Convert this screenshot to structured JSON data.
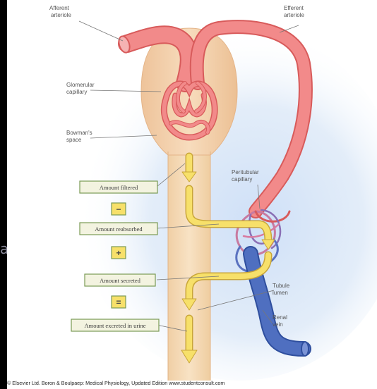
{
  "labels": {
    "afferent": [
      "Afferent",
      "arteriole"
    ],
    "efferent": [
      "Efferent",
      "arteriole"
    ],
    "glomerular": [
      "Glomerular",
      "capillary"
    ],
    "bowman": [
      "Bowman's",
      "space"
    ],
    "peritubular": [
      "Peritubular",
      "capillary"
    ],
    "tubule": [
      "Tubule",
      "lumen"
    ],
    "renal": [
      "Renal",
      "vein"
    ]
  },
  "equation": {
    "filtered": "Amount filtered",
    "reabsorbed": "Amount reabsorbed",
    "secreted": "Amount secreted",
    "excreted": "Amount excreted in urine",
    "minus": "−",
    "plus": "+",
    "equals": "="
  },
  "side_mark": "a",
  "credit": "© Elsevier Ltd. Boron & Boulpaep: Medical Physiology, Updated Edition   www.studentconsult.com",
  "colors": {
    "artery": "#f28a8a",
    "artery_dark": "#d85b5b",
    "vein": "#4f6fc0",
    "tubule": "#f5d9b5",
    "arrow": "#f7e06a",
    "box_bg": "#f3f3e0",
    "box_border": "#7a9a55",
    "op_bg": "#f7e06a"
  }
}
